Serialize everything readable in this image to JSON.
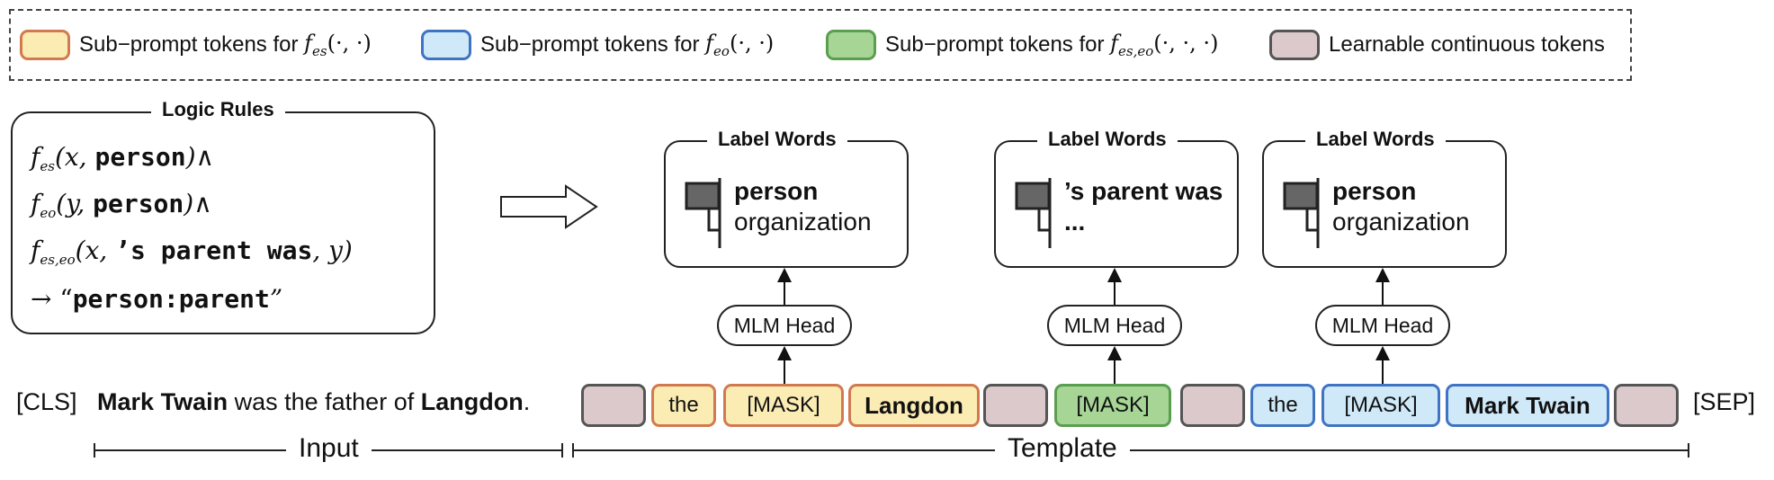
{
  "legend": [
    {
      "prefix": "Sub−prompt tokens for ",
      "fn": "f",
      "sub": "es",
      "args": "(·, ·)",
      "fill": "#fbecb4",
      "border": "#d27a4f"
    },
    {
      "prefix": "Sub−prompt tokens for ",
      "fn": "f",
      "sub": "eo",
      "args": "(·, ·)",
      "fill": "#cfe9f8",
      "border": "#3f73c4"
    },
    {
      "prefix": "Sub−prompt tokens for ",
      "fn": "f",
      "sub": "es,eo",
      "args": "(·, ·, ·)",
      "fill": "#a7d596",
      "border": "#5a9e4f"
    },
    {
      "prefix": "Learnable continuous tokens",
      "fn": "",
      "sub": "",
      "args": "",
      "fill": "#dcc9cc",
      "border": "#555555"
    }
  ],
  "logic_rules": {
    "title": "Logic Rules",
    "lines": [
      {
        "fn": "f",
        "sub": "es",
        "open": "(x, ",
        "mono": "person",
        "close": ")∧"
      },
      {
        "fn": "f",
        "sub": "eo",
        "open": "(y, ",
        "mono": "person",
        "close": ")∧"
      },
      {
        "fn": "f",
        "sub": "es,eo",
        "open": "(x, ",
        "mono": "’s parent was",
        "close": ", y)"
      },
      {
        "arrow": "→ “",
        "mono": "person:parent",
        "close": "”"
      }
    ]
  },
  "label_words": [
    {
      "title": "Label Words",
      "word1": "person",
      "word2": "organization"
    },
    {
      "title": "Label Words",
      "word1": "’s parent was",
      "word2": "..."
    },
    {
      "title": "Label Words",
      "word1": "person",
      "word2": "organization"
    }
  ],
  "mlm_heads": [
    "MLM Head",
    "MLM Head",
    "MLM Head"
  ],
  "sentence": {
    "cls": "[CLS]",
    "subj": "Mark Twain",
    "mid": " was the father of ",
    "obj": "Langdon",
    "end": "."
  },
  "tokens": [
    {
      "text": "",
      "kind": "learn"
    },
    {
      "text": "the",
      "kind": "es"
    },
    {
      "text": "[MASK]",
      "kind": "es"
    },
    {
      "text": "Langdon",
      "kind": "es",
      "bold": true
    },
    {
      "text": "",
      "kind": "learn"
    },
    {
      "text": "[MASK]",
      "kind": "eseo"
    },
    {
      "text": "",
      "kind": "learn"
    },
    {
      "text": "the",
      "kind": "eo"
    },
    {
      "text": "[MASK]",
      "kind": "eo"
    },
    {
      "text": "Mark Twain",
      "kind": "eo",
      "bold": true
    },
    {
      "text": "",
      "kind": "learn"
    }
  ],
  "sep": "[SEP]",
  "input_label": "Input",
  "template_label": "Template"
}
